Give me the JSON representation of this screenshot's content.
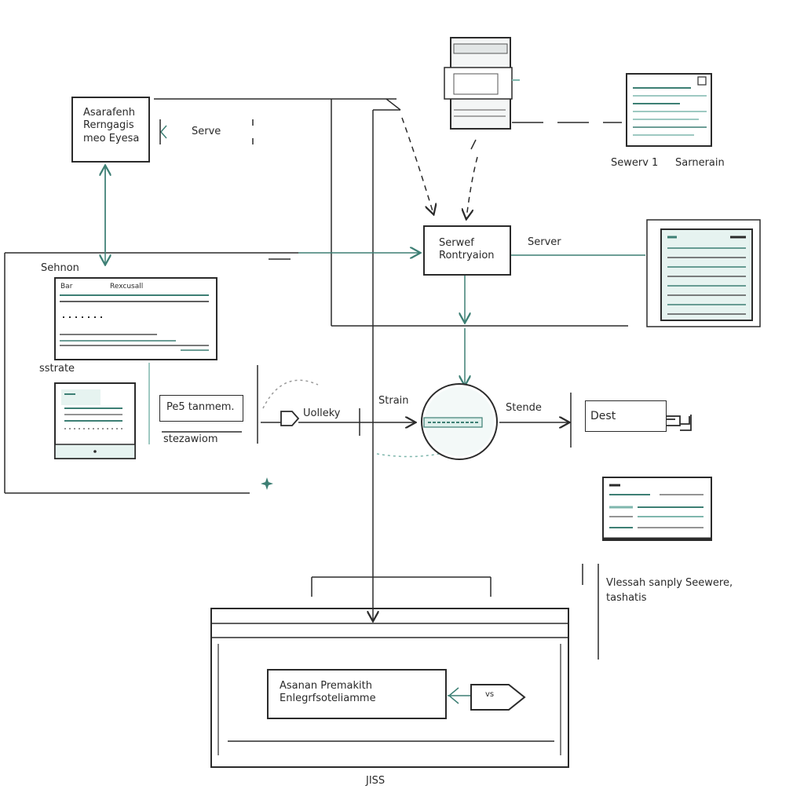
{
  "colors": {
    "ink": "#2b2b2b",
    "teal": "#3d7f74",
    "mint": "#e6f3f0",
    "mint_dark": "#7fb7ad"
  },
  "nodes": {
    "top_left_box": {
      "line1": "Asarafenh",
      "line2": "Rerngagis",
      "line3": "meo Eyesa"
    },
    "serve_tag": "Serve",
    "top_right_caption_a": "Sewerv 1",
    "top_right_caption_b": "Sarnerain",
    "server_center": {
      "line1": "Serwef",
      "line2": "Rontryaion"
    },
    "server_right_label": "Server",
    "section_label": "Sehnon",
    "section_doc_header_a": "Bar",
    "section_doc_header_b": "Rexcusall",
    "sstrate_label": "sstrate",
    "pe_box": "Pe5 tanmem.",
    "stream_label": "stezawiom",
    "collect_label": "Uolleky",
    "strain_label": "Strain",
    "stende_label": "Stende",
    "dest_box": "Dest",
    "side_note_line1": "Vlessah sanply Seewere,",
    "side_note_line2": "tashatis",
    "bottom_inner_box": {
      "line1": "Asanan Premakith",
      "line2": "Enlegrfsoteliamme"
    },
    "bottom_arrow_label": "vs",
    "bottom_caption": "JISS"
  },
  "icons": {
    "database": "database-icon",
    "document": "document-icon",
    "monitor": "monitor-icon",
    "globe": "globe-icon"
  }
}
